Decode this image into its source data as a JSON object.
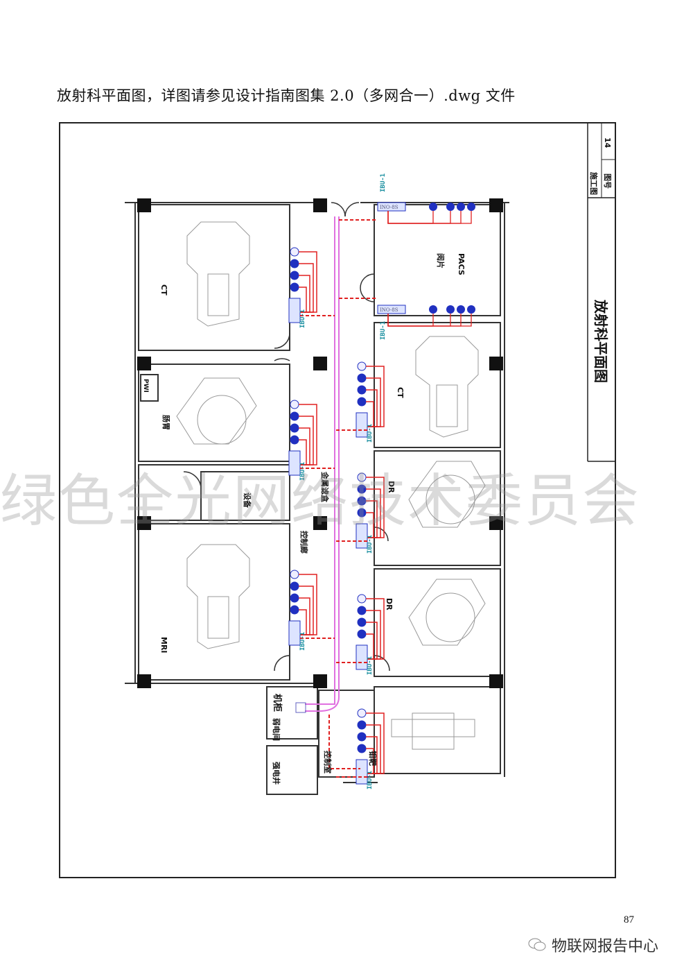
{
  "caption": "放射科平面图，详图请参见设计指南图集 2.0（多网合一）.dwg 文件",
  "title_block": {
    "stage_label": "施工图",
    "drawing_no_label": "图号",
    "drawing_no": "14",
    "drawing_title": "放射科平面图"
  },
  "rooms": {
    "ct_left": "CT",
    "gastro": "肠胃",
    "pwi": "PWI",
    "equipment": "设备",
    "mri": "MRI",
    "reading": "阅片",
    "pacs": "PACS",
    "ct_right": "CT",
    "dr1": "DR",
    "dr2": "DR",
    "mammo": "钼靶",
    "corridor": "控制廊",
    "tray": "金属滤盒",
    "cabinet": "机柜",
    "weak_room": "弱电间",
    "strong_shaft": "强电井",
    "control_room": "控制室"
  },
  "units": {
    "ibu_label": "IBU-1",
    "box_label": "INO-8S"
  },
  "colors": {
    "wall": "#333333",
    "cable": "#e02020",
    "backbone": "#e070e0",
    "outlet": "#2030c0",
    "label": "#1a8fa0"
  },
  "watermark": "绿色全光网络技术委员会",
  "page_number": "87",
  "brand": "物联网报告中心"
}
